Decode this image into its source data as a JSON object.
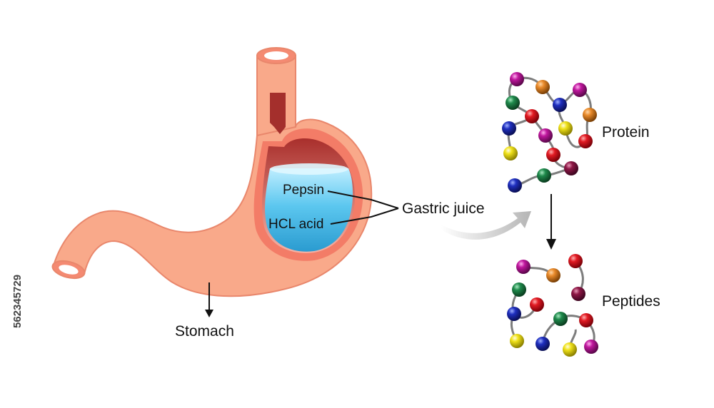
{
  "labels": {
    "pepsin": "Pepsin",
    "hcl": "HCL acid",
    "gastric_juice": "Gastric juice",
    "stomach": "Stomach",
    "protein": "Protein",
    "peptides": "Peptides",
    "stock_id": "562345729"
  },
  "colors": {
    "stomach_outer": "#f9a98a",
    "stomach_wall": "#f48a72",
    "stomach_inner": "#c6413a",
    "juice": "#5cc7ef",
    "arrow_gray": "#c8c8c8",
    "bead_red": "#e21b23",
    "bead_blue": "#1f2fbf",
    "bead_green": "#1f8a4c",
    "bead_yellow": "#f0e21a",
    "bead_orange": "#e98a2a",
    "bead_magenta": "#c0179e",
    "bead_maroon": "#8e1746",
    "chain_gray": "#7d7d7d"
  },
  "icons": {
    "stomach": "stomach-illustration",
    "protein": "protein-chain-icon",
    "peptides": "peptide-fragments-icon",
    "arrow": "curved-arrow-icon"
  }
}
